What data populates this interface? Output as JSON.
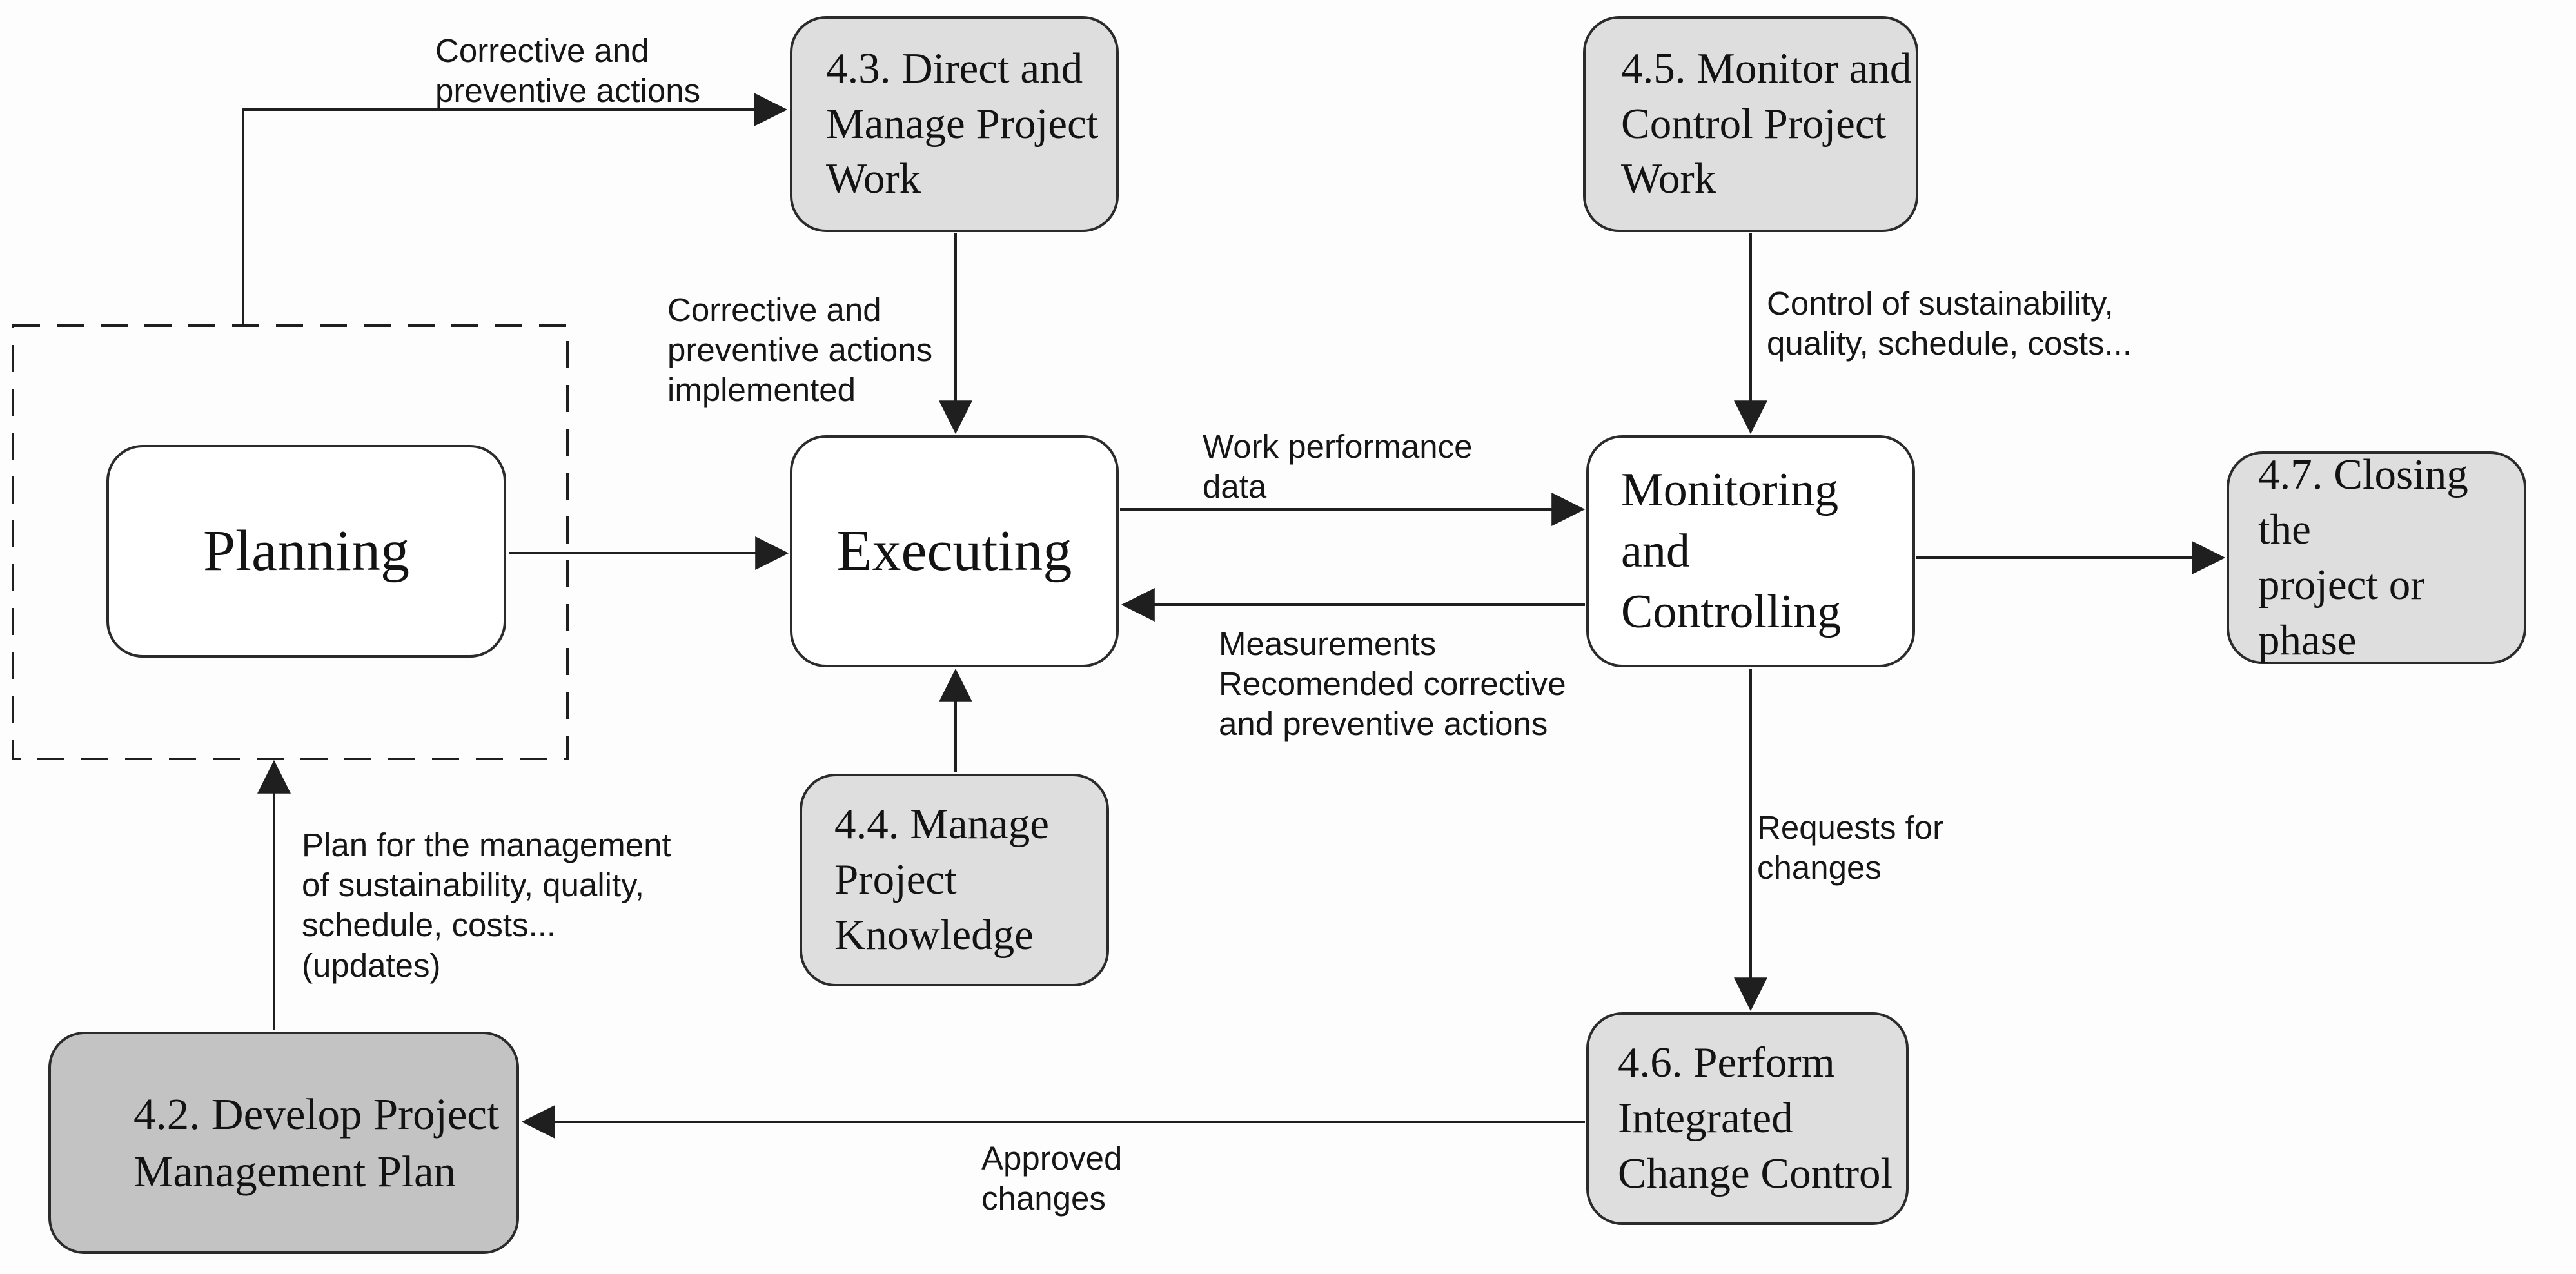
{
  "figure": {
    "type": "flow-diagram",
    "title": "Project management process groups and integration processes",
    "colors": {
      "background": "#fdfdfd",
      "box_border": "#2b2b2b",
      "connector_line": "#1f1f1f",
      "text": "#131313",
      "phase_box_fill": "#ffffff",
      "process_box_fill": "#dedede",
      "develop_plan_box_fill": "#c3c3c3"
    },
    "boxes": {
      "planning": "Planning",
      "executing": "Executing",
      "monitoring": "Monitoring\nand Controlling",
      "p43": "4.3. Direct and\nManage Project\nWork",
      "p45": "4.5. Monitor and\nControl Project\nWork",
      "p47": "4.7. Closing the\nproject or phase",
      "p44": "4.4. Manage\nProject\nKnowledge",
      "p46": "4.6. Perform\nIntegrated\nChange Control",
      "p42": "4.2. Develop Project\nManagement Plan"
    },
    "edge_labels": {
      "corrective_preventive": "Corrective and\npreventive actions",
      "corrective_implemented": "Corrective and\npreventive actions\nimplemented",
      "control_of": "Control of sustainability,\nquality, schedule, costs...",
      "work_performance": "Work performance\ndata",
      "measurements": "Measurements\nRecomended corrective\nand preventive actions",
      "requests": "Requests for\nchanges",
      "approved": "Approved\nchanges",
      "plan_updates": "Plan for the management\nof sustainability, quality,\nschedule, costs...\n(updates)"
    },
    "edges": [
      {
        "from": "planning-group",
        "to": "4.3. Direct and Manage Project Work",
        "label": "Corrective and preventive actions"
      },
      {
        "from": "4.3. Direct and Manage Project Work",
        "to": "Executing",
        "label": "Corrective and preventive actions implemented"
      },
      {
        "from": "4.5. Monitor and Control Project Work",
        "to": "Monitoring and Controlling",
        "label": "Control of sustainability, quality, schedule, costs..."
      },
      {
        "from": "Planning",
        "to": "Executing",
        "label": ""
      },
      {
        "from": "Executing",
        "to": "Monitoring and Controlling",
        "label": "Work performance data"
      },
      {
        "from": "Monitoring and Controlling",
        "to": "Executing",
        "label": "Measurements Recomended corrective and preventive actions"
      },
      {
        "from": "Monitoring and Controlling",
        "to": "4.7. Closing the project or phase",
        "label": ""
      },
      {
        "from": "4.4. Manage Project Knowledge",
        "to": "Executing",
        "label": ""
      },
      {
        "from": "Monitoring and Controlling",
        "to": "4.6. Perform Integrated Change Control",
        "label": "Requests for changes"
      },
      {
        "from": "4.6. Perform Integrated Change Control",
        "to": "4.2. Develop Project Management Plan",
        "label": "Approved changes"
      },
      {
        "from": "4.2. Develop Project Management Plan",
        "to": "planning-group",
        "label": "Plan for the management of sustainability, quality, schedule, costs... (updates)"
      }
    ]
  }
}
